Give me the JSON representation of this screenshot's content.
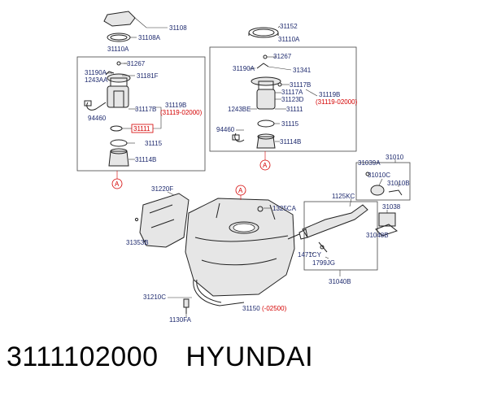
{
  "diagram": {
    "labels": {
      "l31108": "31108",
      "l31108A": "31108A",
      "l31110A_left": "31110A",
      "l31267_left": "31267",
      "l31190A_left": "31190A",
      "l1243AA": "1243AA",
      "l31181F": "31181F",
      "l31119B_left": "31119B",
      "l31119B_left_range": "(31119-02000)",
      "l31117B_left": "31117B",
      "l94460_left": "94460",
      "l31111_left": "31111",
      "l31115_left": "31115",
      "l31114B_left": "31114B",
      "l31152": "31152",
      "l31110A_right": "31110A",
      "l31267_right": "31267",
      "l31190A_right": "31190A",
      "l31341": "31341",
      "l31117B_right": "31117B",
      "l31117A": "31117A",
      "l31123D": "31123D",
      "l31119B_right": "31119B",
      "l31119B_right_range": "(31119-02000)",
      "l1243BE": "1243BE",
      "l31111_right": "31111",
      "l94460_right": "94460",
      "l31115_right": "31115",
      "l31114B_right": "31114B",
      "l31220F": "31220F",
      "l1325CA": "1325CA",
      "l1125KC": "1125KC",
      "l31039A": "31039A",
      "l31010": "31010",
      "l31010C": "31010C",
      "l31010B": "31010B",
      "l31038": "31038",
      "l31048B": "31048B",
      "l31353B": "31353B",
      "l1471CY": "1471CY",
      "l1799JG": "1799JG",
      "l31040B": "31040B",
      "l31210C": "31210C",
      "l31150": "31150",
      "l31150_range": "(-02500)",
      "l1130FA": "1130FA",
      "ref_a": "A"
    }
  },
  "footer": {
    "part_number": "3111102000",
    "brand": "HYUNDAI"
  }
}
